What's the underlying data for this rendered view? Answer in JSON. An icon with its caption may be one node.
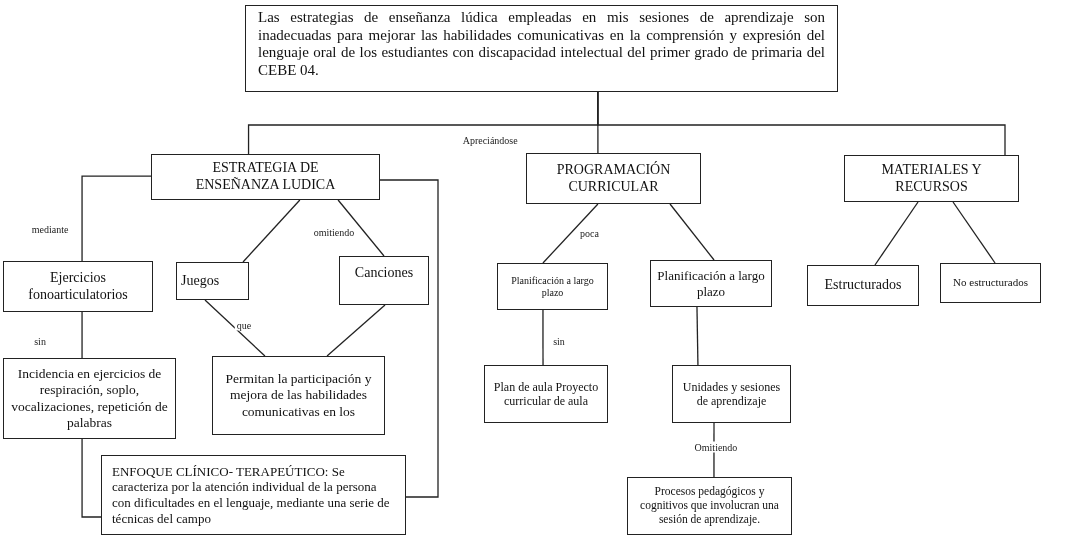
{
  "diagram": {
    "nodes": [
      {
        "text": [
          "Las estrategias de enseñanza lúdica empleadas en mis sesiones de aprendizaje son inadecuadas para mejorar las habilidades comunicativas en la comprensión y expresión del lenguaje oral de los estudiantes con discapacidad intelectual del primer grado de primaria del CEBE 04."
        ]
      },
      {
        "text": [
          "ESTRATEGIA DE ENSEÑANZA LUDICA"
        ]
      },
      {
        "text": [
          "PROGRAMACIÓN CURRICULAR"
        ]
      },
      {
        "text": [
          "MATERIALES Y RECURSOS"
        ]
      },
      {
        "text": [
          "Ejercicios fonoarticulatorios"
        ]
      },
      {
        "text": [
          "Juegos"
        ]
      },
      {
        "text": [
          "Canciones"
        ]
      },
      {
        "text": [
          "Planificación a largo plazo"
        ]
      },
      {
        "text": [
          "Planificación a largo plazo"
        ]
      },
      {
        "text": [
          "Estructurados"
        ]
      },
      {
        "text": [
          "No estructurados"
        ]
      },
      {
        "text": [
          "Incidencia en ejercicios de respiración, soplo, vocalizaciones, repetición de palabras"
        ]
      },
      {
        "text": [
          "Permitan la participación y mejora de las habilidades comunicativas en los"
        ]
      },
      {
        "text": [
          "Plan de aula Proyecto curricular de aula"
        ]
      },
      {
        "text": [
          "Unidades y sesiones de aprendizaje"
        ]
      },
      {
        "text": [
          "ENFOQUE CLÍNICO- TERAPEÚTICO: Se caracteriza por la atención individual de la persona con dificultades en el lenguaje, mediante una serie de técnicas del campo"
        ]
      },
      {
        "text": [
          "Procesos pedagógicos y cognitivos que involucran una sesión de aprendizaje."
        ]
      }
    ],
    "edges": [
      {
        "from": 0,
        "to": 1,
        "arrow": "none",
        "label": "Apreciándose"
      },
      {
        "from": 0,
        "to": 2,
        "arrow": "none"
      },
      {
        "from": 0,
        "to": 3,
        "arrow": "none"
      },
      {
        "from": 1,
        "to": 4,
        "arrow": "none",
        "label": "mediante"
      },
      {
        "from": 1,
        "to": 5,
        "arrow": "none"
      },
      {
        "from": 1,
        "to": 6,
        "arrow": "none",
        "label": "omitiendo"
      },
      {
        "from": 5,
        "to": 12,
        "arrow": "none",
        "label": "que"
      },
      {
        "from": 6,
        "to": 12,
        "arrow": "none"
      },
      {
        "from": 4,
        "to": 11,
        "arrow": "none",
        "label": "sin"
      },
      {
        "from": 11,
        "to": 15,
        "arrow": "none"
      },
      {
        "from": 1,
        "to": 15,
        "arrow": "none"
      },
      {
        "from": 2,
        "to": 7,
        "arrow": "none",
        "label": "poca"
      },
      {
        "from": 2,
        "to": 8,
        "arrow": "none"
      },
      {
        "from": 7,
        "to": 13,
        "arrow": "none",
        "label": "sin"
      },
      {
        "from": 8,
        "to": 14,
        "arrow": "none"
      },
      {
        "from": 14,
        "to": 16,
        "arrow": "none",
        "label": "Omitiendo"
      },
      {
        "from": 3,
        "to": 9,
        "arrow": "none"
      },
      {
        "from": 3,
        "to": 10,
        "arrow": "none"
      }
    ]
  }
}
